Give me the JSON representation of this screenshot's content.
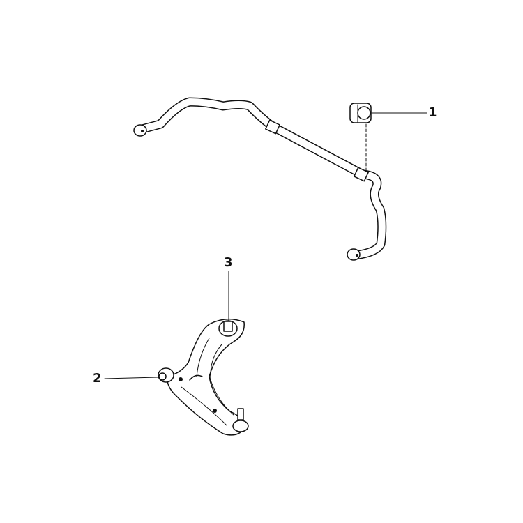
{
  "callouts": [
    {
      "number": "1",
      "part": "stabilizer-bar-bushing"
    },
    {
      "number": "2",
      "part": "control-arm-front-bushing"
    },
    {
      "number": "3",
      "part": "control-arm-rear-bushing"
    }
  ],
  "colors": {
    "line": "#111111",
    "background": "#ffffff"
  }
}
